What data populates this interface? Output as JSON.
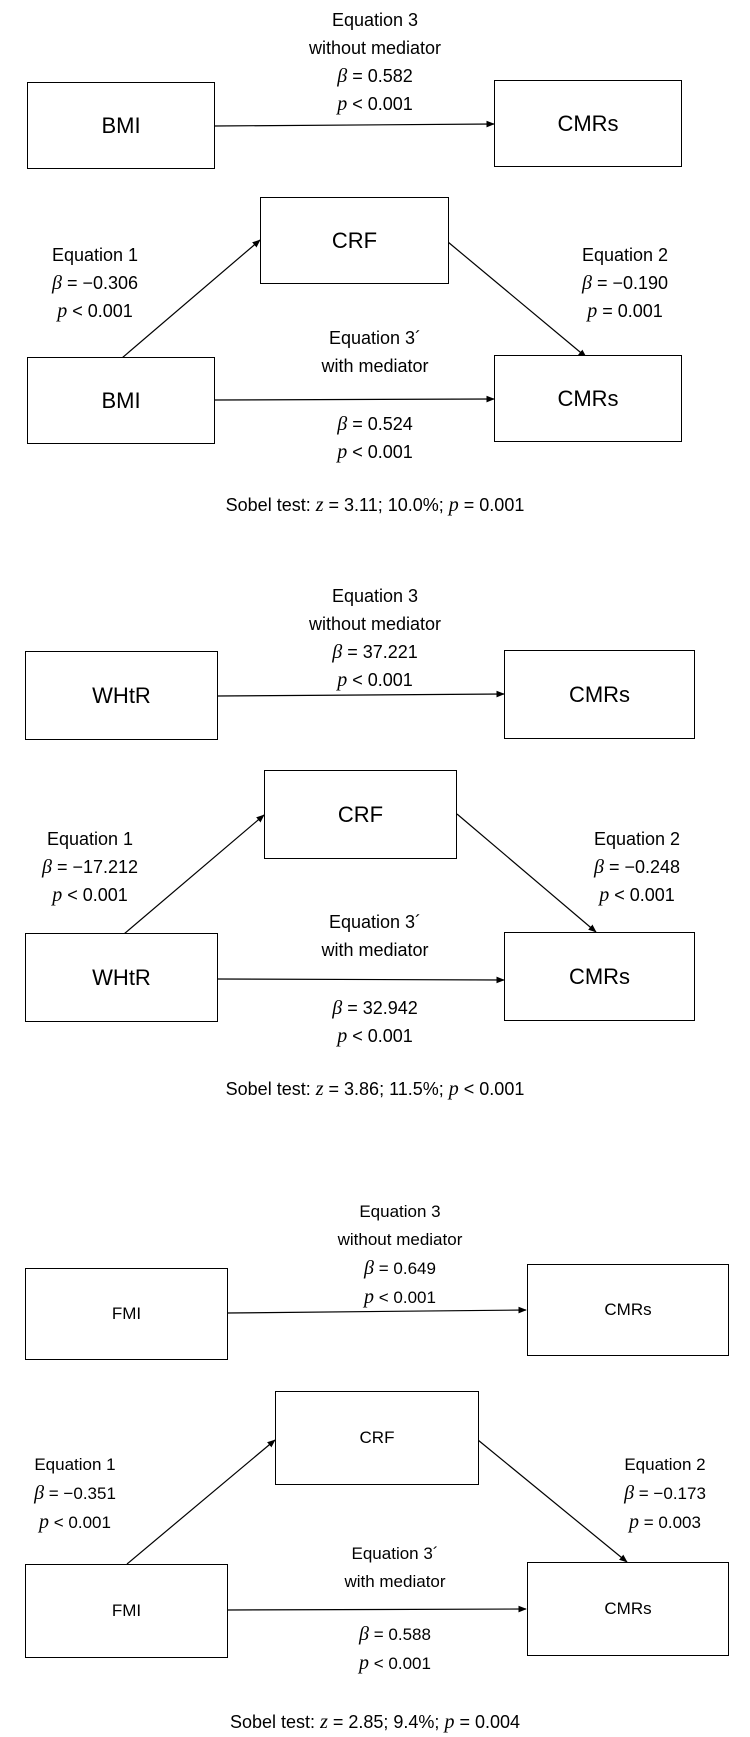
{
  "panels": [
    {
      "total": {
        "x": "BMI",
        "y": "CMRs",
        "eq": "Equation 3",
        "note": "without mediator",
        "beta": "β = 0.582",
        "p": "p < 0.001"
      },
      "mediated": {
        "x": "BMI",
        "m": "CRF",
        "y": "CMRs",
        "eq1": "Equation 1",
        "beta1": "β = −0.306",
        "p1": "p < 0.001",
        "eq2": "Equation 2",
        "beta2": "β = −0.190",
        "p2": "p = 0.001",
        "eq3": "Equation 3´",
        "note3": "with mediator",
        "beta3": "β = 0.524",
        "p3": "p < 0.001"
      },
      "sobel": "Sobel test: z = 3.11; 10.0%; p = 0.001"
    },
    {
      "total": {
        "x": "WHtR",
        "y": "CMRs",
        "eq": "Equation 3",
        "note": "without mediator",
        "beta": "β = 37.221",
        "p": "p < 0.001"
      },
      "mediated": {
        "x": "WHtR",
        "m": "CRF",
        "y": "CMRs",
        "eq1": "Equation 1",
        "beta1": "β = −17.212",
        "p1": "p < 0.001",
        "eq2": "Equation 2",
        "beta2": "β = −0.248",
        "p2": "p < 0.001",
        "eq3": "Equation 3´",
        "note3": "with mediator",
        "beta3": "β = 32.942",
        "p3": "p < 0.001"
      },
      "sobel": "Sobel test: z = 3.86; 11.5%; p < 0.001"
    },
    {
      "total": {
        "x": "FMI",
        "y": "CMRs",
        "eq": "Equation 3",
        "note": "without mediator",
        "beta": "β = 0.649",
        "p": "p < 0.001"
      },
      "mediated": {
        "x": "FMI",
        "m": "CRF",
        "y": "CMRs",
        "eq1": "Equation 1",
        "beta1": "β = −0.351",
        "p1": "p < 0.001",
        "eq2": "Equation 2",
        "beta2": "β = −0.173",
        "p2": "p = 0.003",
        "eq3": "Equation 3´",
        "note3": "with mediator",
        "beta3": "β = 0.588",
        "p3": "p < 0.001"
      },
      "sobel": "Sobel test: z = 2.85; 9.4%; p = 0.004"
    }
  ]
}
